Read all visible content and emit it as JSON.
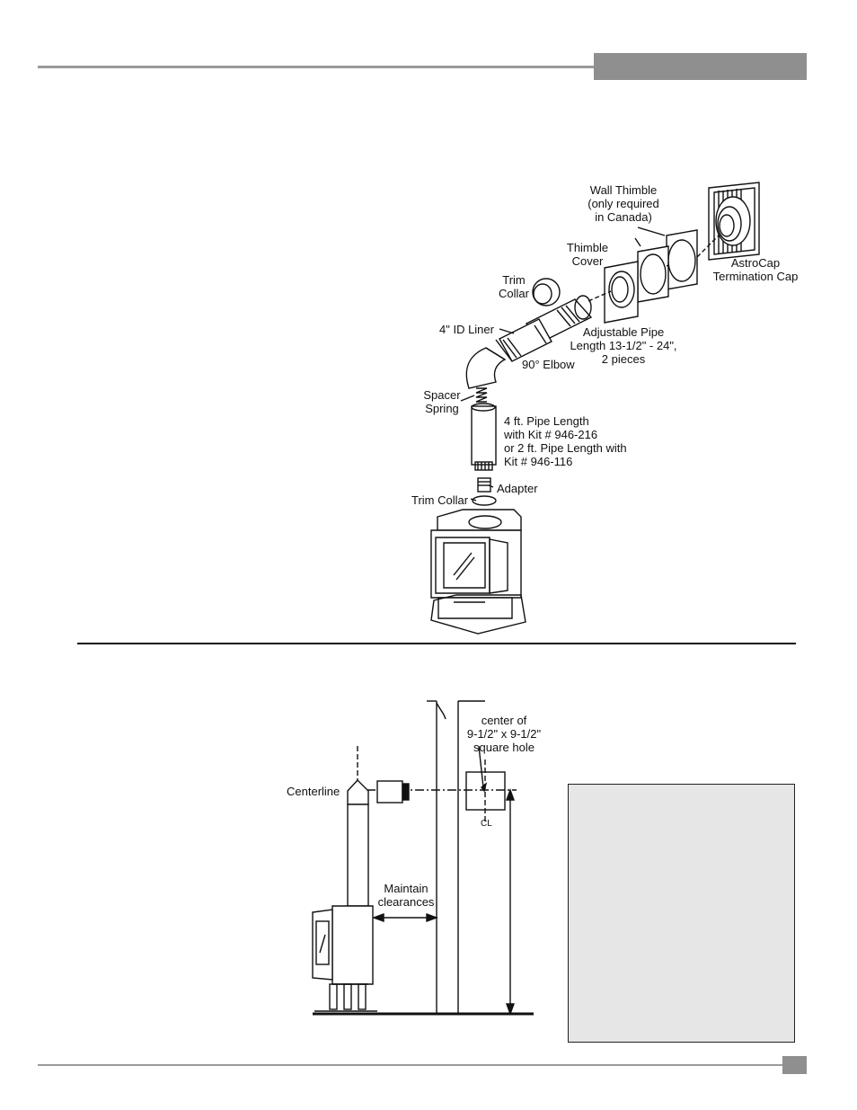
{
  "top_diagram": {
    "labels": {
      "wall_thimble": [
        "Wall Thimble",
        "(only required",
        "in Canada)"
      ],
      "thimble_cover": [
        "Thimble",
        "Cover"
      ],
      "astrocap": [
        "AstroCap",
        "Termination Cap"
      ],
      "trim_collar_upper": [
        "Trim",
        "Collar"
      ],
      "liner": "4\" ID Liner",
      "adjustable_pipe": [
        "Adjustable Pipe",
        "Length 13-1/2\" - 24\",",
        "2 pieces"
      ],
      "elbow": "90° Elbow",
      "spacer_spring": [
        "Spacer",
        "Spring"
      ],
      "pipe_length": [
        "4 ft. Pipe Length",
        "with Kit # 946-216",
        "or 2 ft. Pipe Length with",
        "Kit # 946-116"
      ],
      "adapter": "Adapter",
      "trim_collar_lower": "Trim Collar"
    }
  },
  "bottom_diagram": {
    "labels": {
      "hole_center": [
        "center of",
        "9-1/2\" x 9-1/2\"",
        "square hole"
      ],
      "centerline": "Centerline",
      "clearances": [
        "Maintain",
        "clearances"
      ],
      "cl_symbol": "CL"
    }
  },
  "colors": {
    "header_tab": "#8f8f8f",
    "rule": "#9a9a9a",
    "note_box": "#e6e6e6"
  }
}
